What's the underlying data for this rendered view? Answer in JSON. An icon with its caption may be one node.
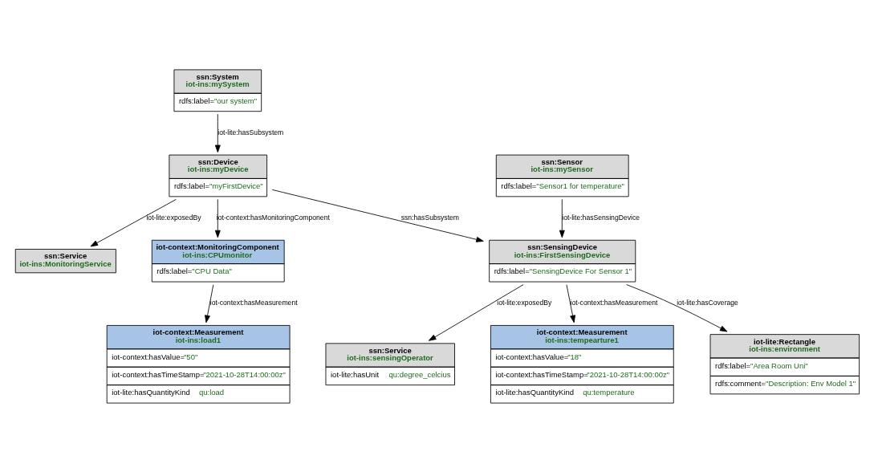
{
  "diagram": {
    "nodes": [
      {
        "text": [
          "ssn:System",
          "iot-ins:mySystem",
          "rdfs:label=\"our system\""
        ]
      },
      {
        "text": [
          "ssn:Service",
          "iot-ins:sensingOperator",
          "iot-lite:hasUnit",
          "qu:degree_celcius"
        ]
      },
      {
        "text": [
          "ssn:Device",
          "iot-ins:myDevice",
          "rdfs:label=\"myFirstDevice\""
        ]
      },
      {
        "text": [
          "ssn:Service",
          "iot-ins:MonitoringService"
        ]
      },
      {
        "text": [
          "ssn:Sensor",
          "iot-ins:mySensor",
          "rdfs:label=\"Sensor1 for temperature\""
        ]
      },
      {
        "text": [
          "iot-context:MonitoringComponent",
          "iot-ins:CPUmonitor",
          "rdfs:label=\"CPU Data\""
        ]
      },
      {
        "text": [
          "ssn:SensingDevice",
          "iot-ins:FirstSensingDevice",
          "rdfs:label=\"SensingDevice For Sensor 1\""
        ]
      },
      {
        "text": [
          "iot-context:Measurement",
          "iot-ins:tempearture1",
          "iot-context:hasValue=\"18\"",
          "iot-context:hasTimeStamp=\"2021-10-28T14:00:00z\"",
          "iot-lite:hasQuantityKind",
          "qu:temperature"
        ]
      },
      {
        "text": [
          "iot-lite:Rectangle",
          "iot-ins:environment",
          "rdfs:label=\"Area Room Uni\"",
          "rdfs:comment=\"Description: Env Model 1\""
        ]
      },
      {
        "text": [
          "iot-context:Measurement",
          "iot-ins:load1",
          "iot-context:hasValue=\"50\"",
          "iot-context:hasTimeStamp=\"2021-10-28T14:00:00z\"",
          "iot-lite:hasQuantityKind",
          "qu:load"
        ]
      }
    ],
    "edges": [
      {
        "from": 0,
        "to": 2,
        "arrow": "to",
        "label": "iot-lite:hasSubsystem"
      },
      {
        "from": 2,
        "to": 3,
        "arrow": "to",
        "label": "iot-lite:exposedBy"
      },
      {
        "from": 2,
        "to": 5,
        "arrow": "to",
        "label": "iot-context:hasMonitoringComponent"
      },
      {
        "from": 2,
        "to": 6,
        "arrow": "to",
        "label": "ssn:hasSubsystem"
      },
      {
        "from": 6,
        "to": 1,
        "arrow": "to",
        "label": "iot-lite:exposedBy"
      },
      {
        "from": 4,
        "to": 6,
        "arrow": "to",
        "label": "iot-lite:hasSensingDevice"
      },
      {
        "from": 6,
        "to": 7,
        "arrow": "to",
        "label": "iot-context:hasMeasurement"
      },
      {
        "from": 6,
        "to": 8,
        "arrow": "to",
        "label": "iot-lite:hasCoverage"
      },
      {
        "from": 5,
        "to": 9,
        "arrow": "to",
        "label": "iot-context:hasMeasurement"
      }
    ]
  }
}
